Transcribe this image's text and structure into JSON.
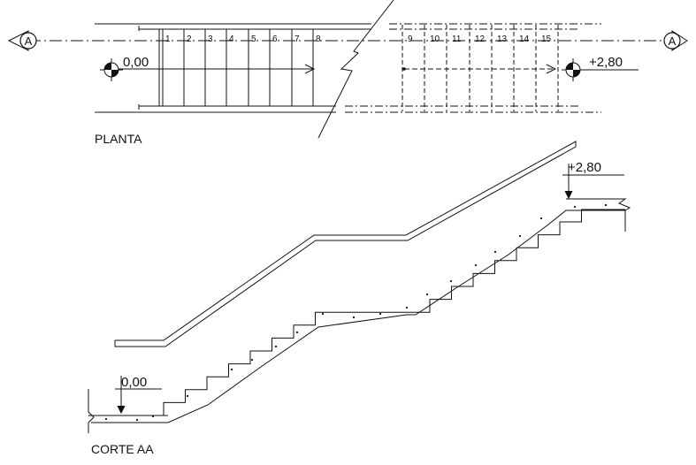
{
  "plan": {
    "label": "PLANTA",
    "level_start": "0,00",
    "level_end": "+2,80",
    "section_marker": "A",
    "steps_lower": [
      "1",
      "2",
      "3",
      "4",
      "5",
      "6",
      "7",
      "8"
    ],
    "steps_upper": [
      "9",
      "10",
      "11",
      "12",
      "13",
      "14",
      "15"
    ]
  },
  "section": {
    "label": "CORTE AA",
    "level_start": "0,00",
    "level_end": "+2,80"
  },
  "colors": {
    "line": "#111111",
    "background": "#ffffff"
  }
}
